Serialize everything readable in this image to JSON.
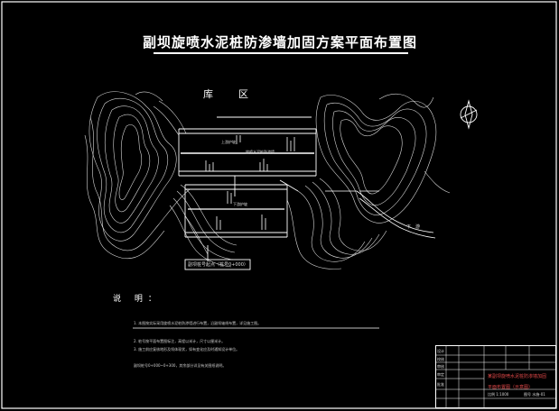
{
  "drawing": {
    "title": "副坝旋喷水泥桩防渗墙加固方案平面布置图",
    "reservoir_label": "库　　区",
    "upstream_label": "上游护坡",
    "downstream_label": "下游护坡",
    "cutoff_wall_label": "旋喷水泥桩防渗墙",
    "chainage_box_label": "副坝桩号起点（桩号0+000）",
    "outlet_label": "下　游"
  },
  "notes": {
    "heading": "说 明：",
    "items": [
      "1. 本图按实际采用旋喷水泥桩防渗墙进行布置，沿副坝轴线布置，详见施工图。",
      "2. 桩号按平面布置图标注，高程以米计，尺寸以厘米计。",
      "3. 施工前应复核地形及坝体现状，如有变化应及时通知设计单位。",
      "副坝桩号0+000~0+300，其余部分详见有关图纸说明。"
    ]
  },
  "title_block": {
    "rows_left": [
      "设计",
      "校核",
      "审核",
      "审定",
      "批准"
    ],
    "project_name": "某副坝旋喷水泥桩防渗墙加固",
    "drawing_name": "平面布置图（示意图）",
    "scale": "比例 1:1000",
    "sheet": "图号 水施-01"
  },
  "colors": {
    "background": "#000000",
    "line": "#ffffff",
    "contour": "#d8d8d8",
    "accent": "#e04848"
  },
  "icons": {
    "north_arrow": "north-arrow-icon"
  }
}
